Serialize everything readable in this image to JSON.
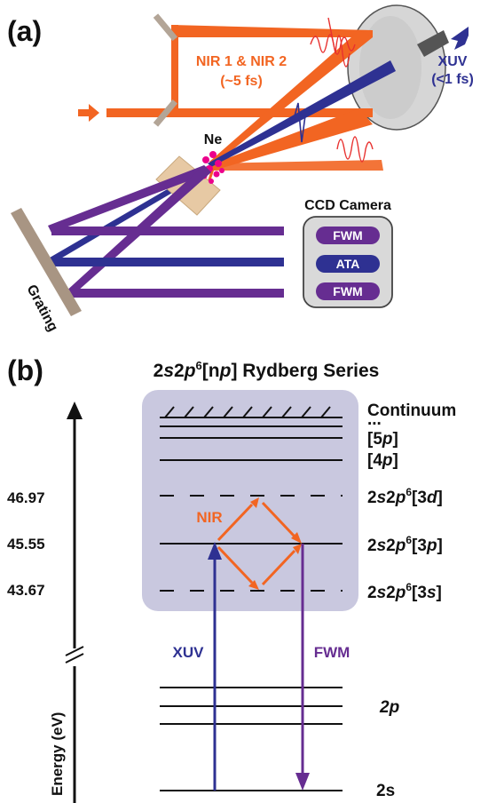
{
  "panel_a": {
    "label": "(a)",
    "nir_label": "NIR 1 & NIR 2",
    "nir_duration": "(~5 fs)",
    "xuv_label": "XUV",
    "xuv_duration": "(<1 fs)",
    "target_label": "Ne",
    "ccd_title": "CCD Camera",
    "ccd_signals": [
      "FWM",
      "ATA",
      "FWM"
    ],
    "grating_label": "Grating"
  },
  "panel_b": {
    "label": "(b)",
    "title_pre": "2",
    "title_s": "s",
    "title_mid": "2",
    "title_p": "p",
    "title_sup": "6",
    "title_bracket_open": "[n",
    "title_bracket_p": "p",
    "title_rest": "] Rydberg Series",
    "axis_label": "Energy (eV)",
    "energy_values": [
      "46.97",
      "45.55",
      "43.67"
    ],
    "continuum": "Continuum",
    "ellipsis": "...",
    "state_5p": "[5",
    "state_4p": "[4",
    "p_letter": "p",
    "bracket_close": "]",
    "level_3d": {
      "pre": "2",
      "s": "s",
      "mid": "2",
      "p": "p",
      "sup": "6",
      "open": "[3",
      "l": "d",
      "close": "]"
    },
    "level_3p": {
      "pre": "2",
      "s": "s",
      "mid": "2",
      "p": "p",
      "sup": "6",
      "open": "[3",
      "l": "p",
      "close": "]"
    },
    "level_3s": {
      "pre": "2",
      "s": "s",
      "mid": "2",
      "p": "p",
      "sup": "6",
      "open": "[3",
      "l": "s",
      "close": "]"
    },
    "level_2p": "2p",
    "level_2s": "2s",
    "nir_arrow_label": "NIR",
    "xuv_arrow_label": "XUV",
    "fwm_arrow_label": "FWM"
  },
  "colors": {
    "nir": "#f26522",
    "xuv": "#2e3192",
    "fwm": "#662d91",
    "ne_atoms": "#ec008c",
    "grating": "#a89583",
    "sample_cell": "#e7c9a4",
    "mirror": "#b3a597",
    "rydberg_box": "#c9c8df",
    "ccd_box": "#d9d9d9"
  }
}
